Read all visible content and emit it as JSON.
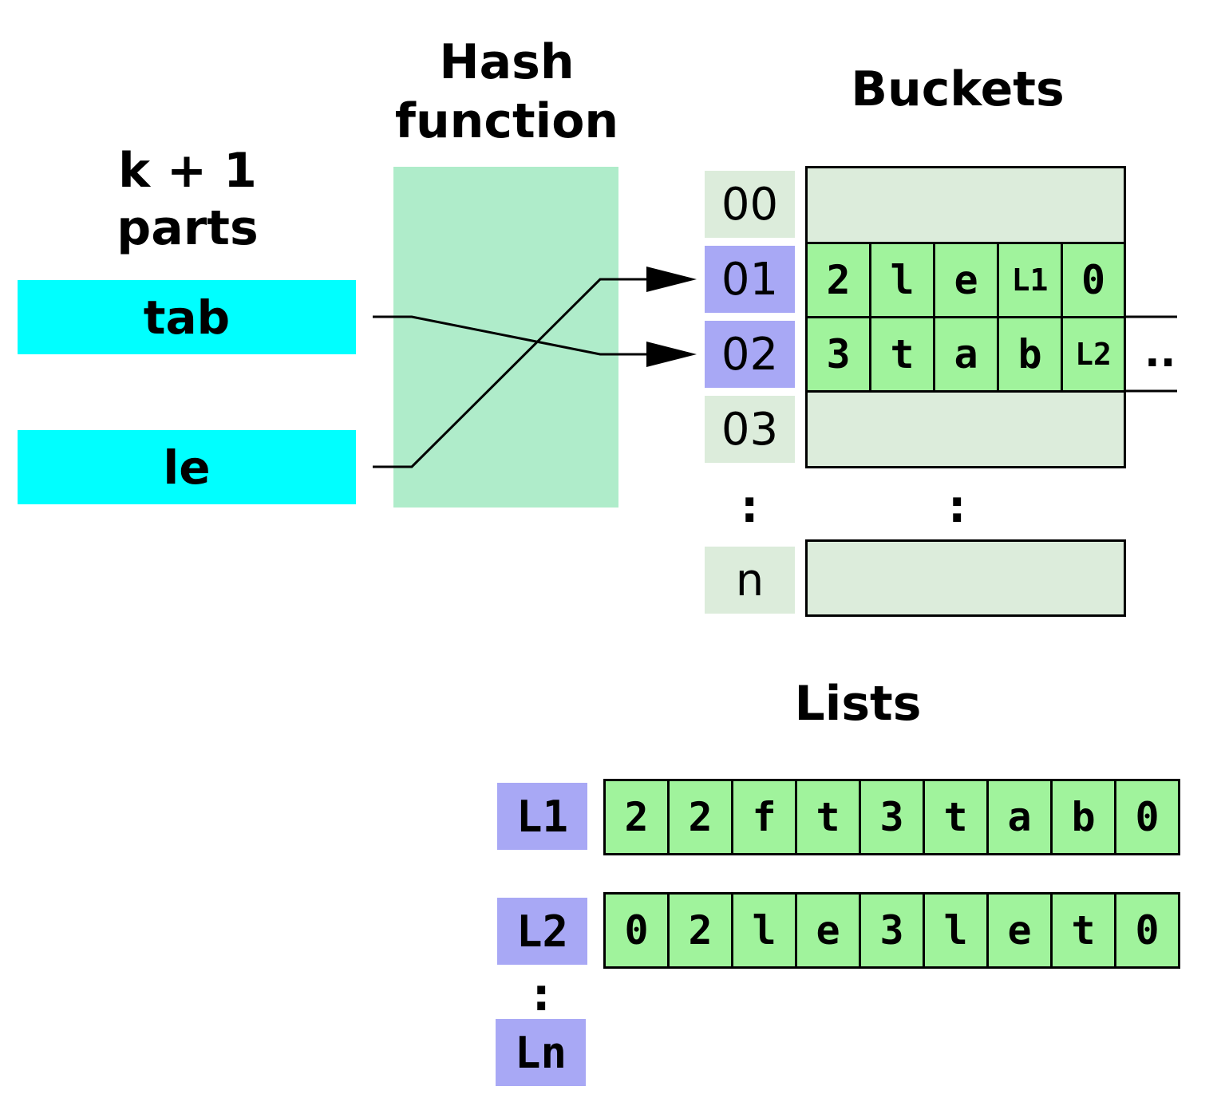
{
  "headings": {
    "parts": "k + 1 parts",
    "hash_line1": "Hash",
    "hash_line2": "function",
    "buckets": "Buckets",
    "lists": "Lists"
  },
  "parts": [
    "tab",
    "le"
  ],
  "bucket_indices": [
    "00",
    "01",
    "02",
    "03",
    ":",
    "n"
  ],
  "bucket_rows": {
    "row_01": [
      "2",
      "l",
      "e",
      "L1",
      "0"
    ],
    "row_02": [
      "3",
      "t",
      "a",
      "b",
      "L2"
    ],
    "continuation": "..",
    "ellipsis": ":"
  },
  "lists": {
    "labels": [
      "L1",
      "L2",
      ":",
      "Ln"
    ],
    "L1": [
      "2",
      "2",
      "f",
      "t",
      "3",
      "t",
      "a",
      "b",
      "0"
    ],
    "L2": [
      "0",
      "2",
      "l",
      "e",
      "3",
      "l",
      "e",
      "t",
      "0"
    ]
  },
  "colors": {
    "part_fill": "#00ffff",
    "hash_fill": "#afecca",
    "bucket_fill": "#dcecdb",
    "index_hit_fill": "#a8a8f5",
    "cell_fill": "#a0f39c"
  }
}
